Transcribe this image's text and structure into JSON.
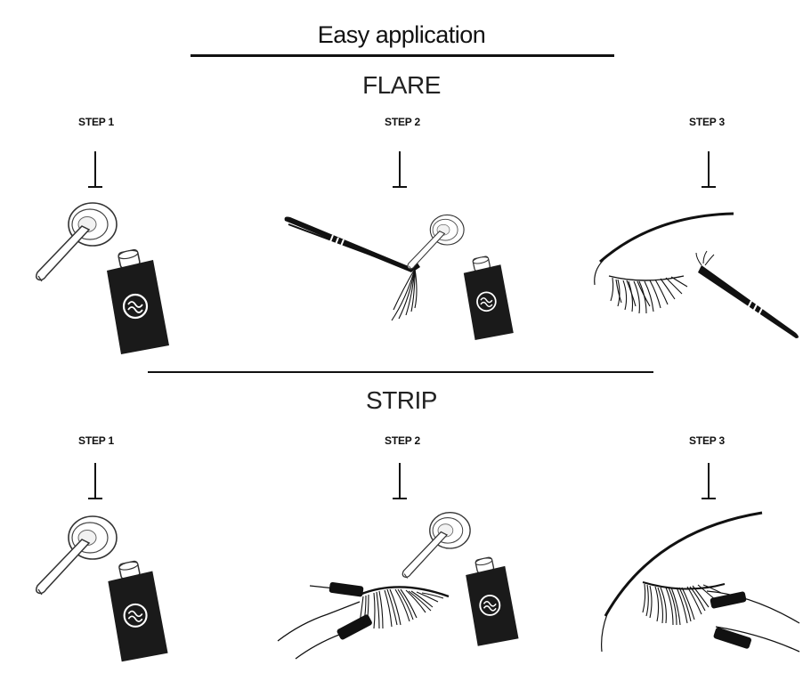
{
  "header": {
    "title": "Easy application"
  },
  "sections": [
    {
      "name": "FLARE",
      "steps": [
        {
          "label": "STEP 1"
        },
        {
          "label": "STEP 2"
        },
        {
          "label": "STEP 3"
        }
      ]
    },
    {
      "name": "STRIP",
      "steps": [
        {
          "label": "STEP 1"
        },
        {
          "label": "STEP 2"
        },
        {
          "label": "STEP 3"
        }
      ]
    }
  ],
  "colors": {
    "ink": "#111111",
    "background": "#ffffff",
    "bottle": "#1a1a1a"
  },
  "icons": {
    "glue_dish": "glue-dish-icon",
    "glue_bottle": "glue-bottle-icon",
    "tweezers": "tweezers-icon",
    "flare_lash": "flare-lash-icon",
    "closed_eye": "closed-eye-icon",
    "strip_lash": "strip-lash-icon",
    "fingers": "fingers-icon"
  }
}
